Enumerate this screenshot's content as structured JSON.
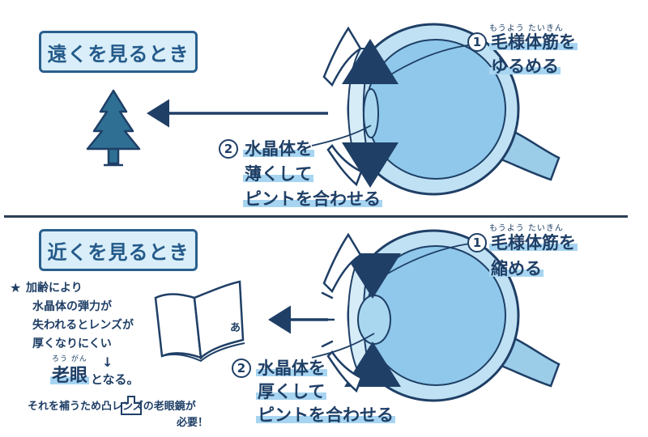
{
  "far": {
    "title": "遠くを見るとき",
    "num1": "1",
    "ruby1": "もうよう たいきん",
    "label1a": "毛様体筋を",
    "label1b": "ゆるめる",
    "num2": "2",
    "label2a": "水晶体を",
    "label2b": "薄くして",
    "label2c": "ピントを合わせる"
  },
  "near": {
    "title": "近くを見るとき",
    "num1": "1",
    "ruby1": "もうよう たいきん",
    "label1a": "毛様体筋を",
    "label1b": "縮める",
    "num2": "2",
    "label2a": "水晶体を",
    "label2b": "厚くして",
    "label2c": "ピントを合わせる",
    "book_char": "あ"
  },
  "note": {
    "star": "★",
    "line1": "加齢により",
    "line2": "水晶体の弾力が",
    "line3": "失われるとレンズが",
    "line4": "厚くなりにくい",
    "ruby": "ろう がん",
    "arrow": "↓",
    "term": "老眼",
    "term_suffix": "となる。",
    "line5": "それを補うため凸レンズの老眼鏡が",
    "line6": "必要！"
  },
  "colors": {
    "eye_outer": "#bfe1f3",
    "eye_inner": "#8fc8ea",
    "outline": "#1f3f66",
    "highlight": "#a7d5f1",
    "tree": "#2f6f94"
  }
}
